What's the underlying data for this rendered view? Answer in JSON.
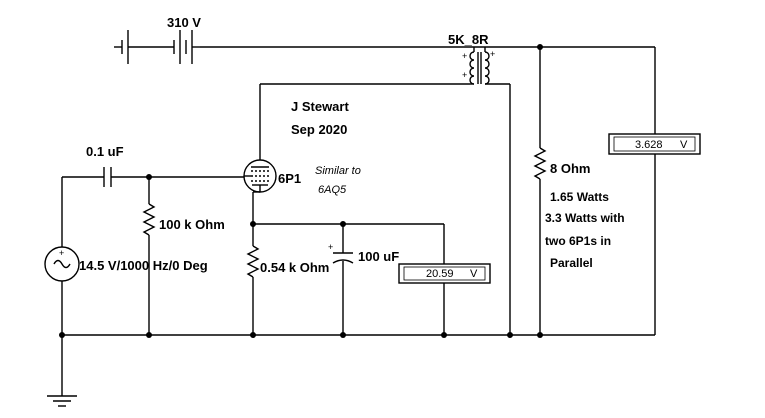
{
  "battery": {
    "label": "310 V"
  },
  "transformer": {
    "label": "5K_8R"
  },
  "tube": {
    "label": "6P1",
    "note_line1": "Similar to",
    "note_line2": "6AQ5"
  },
  "author": {
    "name": "J Stewart",
    "date": "Sep 2020"
  },
  "coupling_cap": {
    "label": "0.1 uF"
  },
  "grid_resistor": {
    "label": "100 k Ohm"
  },
  "cathode_resistor": {
    "label": "0.54 k Ohm"
  },
  "bypass_cap": {
    "label": "100 uF"
  },
  "source": {
    "label": "14.5 V/1000 Hz/0 Deg"
  },
  "load": {
    "label": "8  Ohm",
    "note1": "1.65 Watts",
    "note2": "3.3 Watts with",
    "note3": "two 6P1s in",
    "note4": "Parallel"
  },
  "voltmeter_output": {
    "value": "3.628",
    "unit": "V"
  },
  "voltmeter_cathode": {
    "value": "20.59",
    "unit": "V"
  }
}
